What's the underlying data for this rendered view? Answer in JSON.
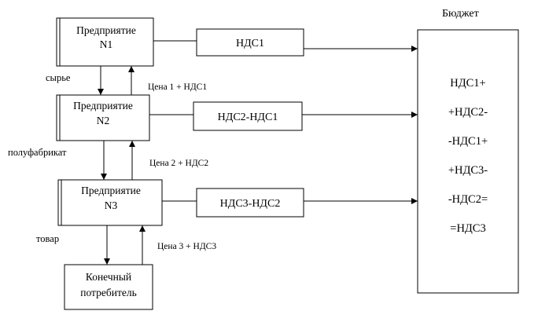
{
  "budget": {
    "title": "Бюджет",
    "lines": [
      "НДС1+",
      "+НДС2-",
      "-НДС1+",
      "+НДС3-",
      "-НДС2=",
      "=НДС3"
    ]
  },
  "enterprises": [
    {
      "line1": "Предприятие",
      "line2": "N1"
    },
    {
      "line1": "Предприятие",
      "line2": "N2"
    },
    {
      "line1": "Предприятие",
      "line2": "N3"
    }
  ],
  "consumer": {
    "line1": "Конечный",
    "line2": "потребитель"
  },
  "vat_boxes": [
    "НДС1",
    "НДС2-НДС1",
    "НДС3-НДС2"
  ],
  "goods_labels": [
    "сырье",
    "полуфабрикат",
    "товар"
  ],
  "price_labels": [
    "Цена 1 + НДС1",
    "Цена 2 + НДС2",
    "Цена 3 + НДС3"
  ]
}
